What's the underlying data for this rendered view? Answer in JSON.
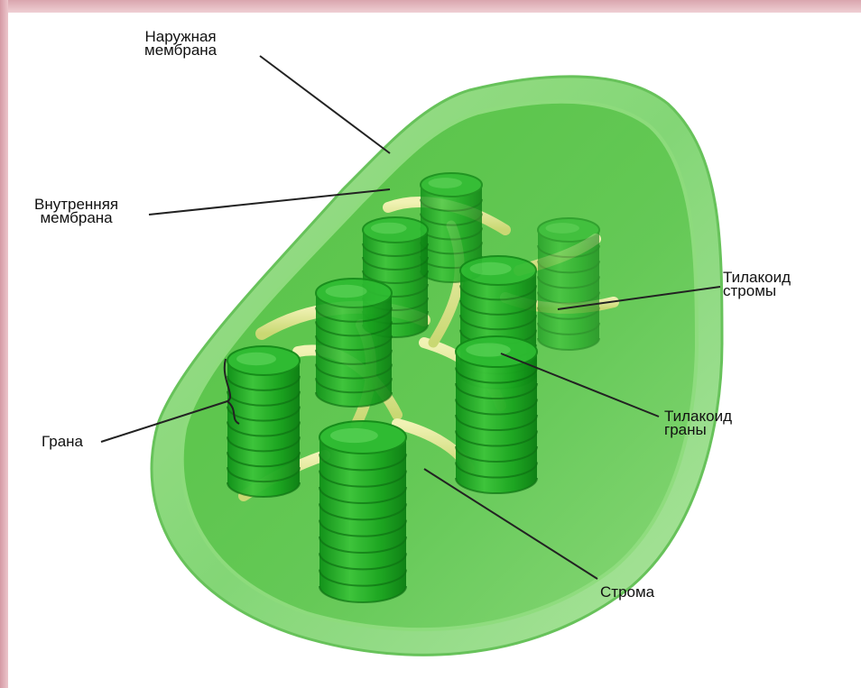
{
  "colors": {
    "frame": "#e9c2c8",
    "background": "#ffffff",
    "outer_membrane": "#7dd46f",
    "inner_membrane": "#6fcf5e",
    "stroma": "#58c247",
    "granum": "#1aa31f",
    "granum_top": "#22b52a",
    "stroma_thylakoid": "#dfe78e",
    "leader_line": "#222222"
  },
  "labels": {
    "outer_membrane": [
      "Наружная",
      "мембрана"
    ],
    "inner_membrane": [
      "Внутренняя",
      "мембрана"
    ],
    "stroma_thylakoid": [
      "Тилакоид",
      "стромы"
    ],
    "granum": "Грана",
    "granum_thylakoid": [
      "Тилакоид",
      "граны"
    ],
    "stroma": "Строма"
  }
}
